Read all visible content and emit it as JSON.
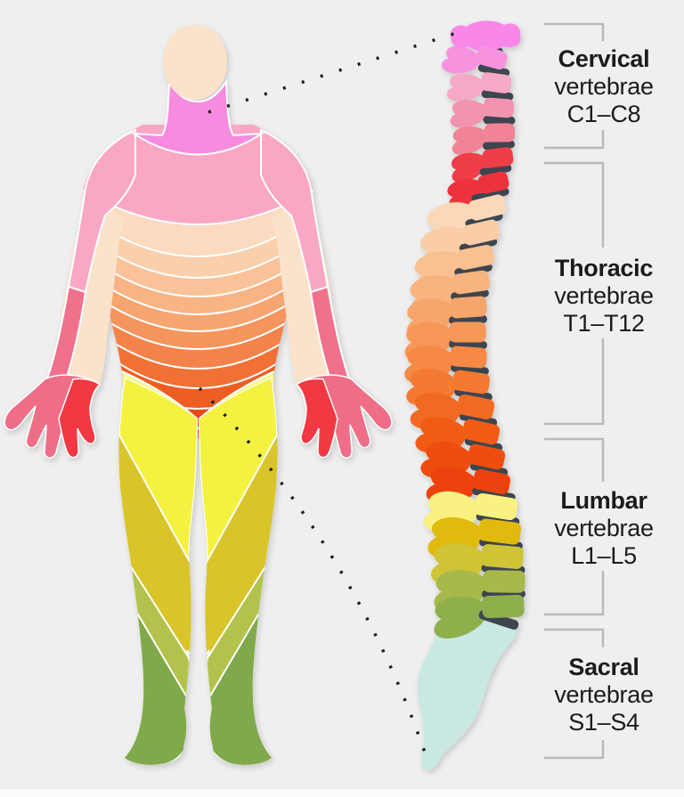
{
  "background": "#EFEFEF",
  "label_text_color": "#1B1B1B",
  "bracket_color": "#B9B9B9",
  "dotted_line_color": "#1E1E1E",
  "labels": [
    {
      "id": "cervical",
      "title": "Cervical",
      "subtitle": "vertebrae",
      "range": "C1–C8"
    },
    {
      "id": "thoracic",
      "title": "Thoracic",
      "subtitle": "vertebrae",
      "range": "T1–T12"
    },
    {
      "id": "lumbar",
      "title": "Lumbar",
      "subtitle": "vertebrae",
      "range": "L1–L5"
    },
    {
      "id": "sacral",
      "title": "Sacral",
      "subtitle": "vertebrae",
      "range": "S1–S4"
    }
  ],
  "spine": {
    "disc_color": "#3D4450",
    "sacrum_color": "#C9E8E2",
    "vertebrae": [
      {
        "id": "C1",
        "color": "#F887E9"
      },
      {
        "id": "C2",
        "color": "#F793DE"
      },
      {
        "id": "C3",
        "color": "#F5A9C7"
      },
      {
        "id": "C4",
        "color": "#F293B0"
      },
      {
        "id": "C5",
        "color": "#F08396"
      },
      {
        "id": "C6",
        "color": "#EF3C48"
      },
      {
        "id": "C7",
        "color": "#ED323E"
      },
      {
        "id": "T1",
        "color": "#FBD9B8"
      },
      {
        "id": "T2",
        "color": "#FACDA4"
      },
      {
        "id": "T3",
        "color": "#F9C091"
      },
      {
        "id": "T4",
        "color": "#F8B37E"
      },
      {
        "id": "T5",
        "color": "#F7A56B"
      },
      {
        "id": "T6",
        "color": "#F69758"
      },
      {
        "id": "T7",
        "color": "#F58945"
      },
      {
        "id": "T8",
        "color": "#F47A33"
      },
      {
        "id": "T9",
        "color": "#F26B22"
      },
      {
        "id": "T10",
        "color": "#F05C13"
      },
      {
        "id": "T11",
        "color": "#EE4E0B"
      },
      {
        "id": "T12",
        "color": "#ED420B"
      },
      {
        "id": "L1",
        "color": "#F9F282"
      },
      {
        "id": "L2",
        "color": "#E0BA0D"
      },
      {
        "id": "L3",
        "color": "#CEC436"
      },
      {
        "id": "L4",
        "color": "#A9B84B"
      },
      {
        "id": "L5",
        "color": "#8FAF4E"
      }
    ]
  },
  "body": {
    "skin": "#FBE2CB",
    "neck": "#F78BDF",
    "shoulder_pink": "#F9A7C5",
    "torso_bands": [
      "#FBDAC0",
      "#FACFAB",
      "#F9C298",
      "#F8B484",
      "#F6A570",
      "#F4955D",
      "#F3834B",
      "#F17036",
      "#EE5D23",
      "#EA4A14"
    ],
    "pelvis_red": "#D9380E",
    "pelvis_yellow": "#F7F596",
    "legs": {
      "base": "#F3F23F",
      "stripes": [
        "#D9C42C",
        "#B2C24E",
        "#7FA94B"
      ],
      "foot_inner": "#C9E8E2"
    },
    "arm": {
      "inner": "#FBE2CB",
      "outer_pink": "#F9A7C5",
      "outer_rose": "#F0718C",
      "hand": "#EE6E87",
      "hand_red": "#F23943"
    }
  }
}
